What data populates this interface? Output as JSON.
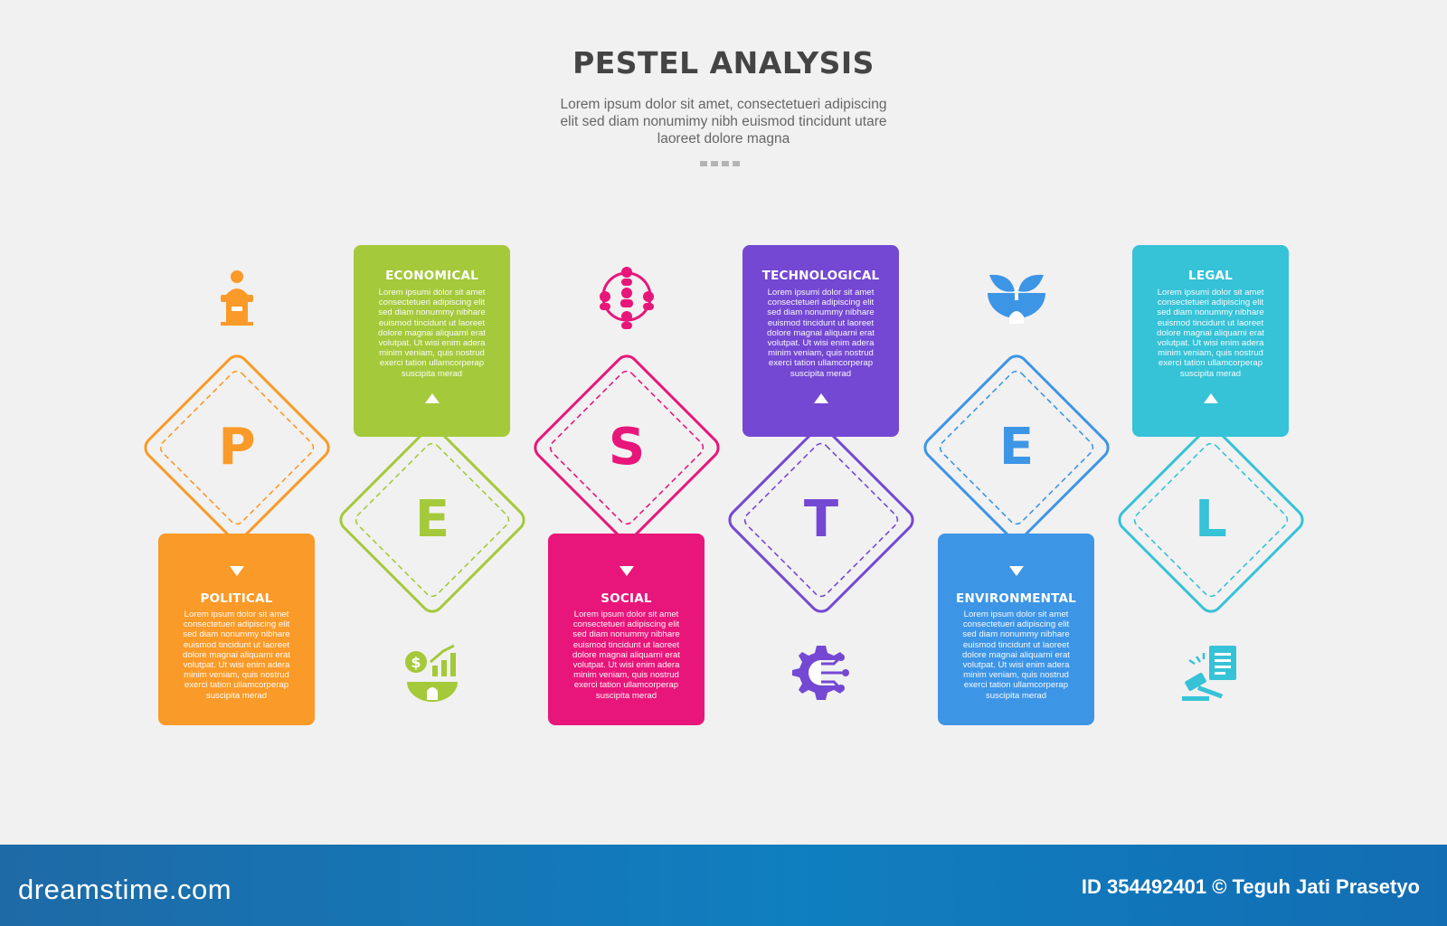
{
  "header": {
    "title": "PESTEL ANALYSIS",
    "subtitle_lines": [
      "Lorem ipsum dolor sit amet, consectetueri adipiscing",
      "elit sed diam nonumimy nibh euismod tincidunt utare",
      "laoreet dolore magna"
    ]
  },
  "items": [
    {
      "letter": "P",
      "title": "POLITICAL",
      "color": "#fa9a28",
      "icon": "podium-speaker-icon",
      "body": [
        "Lorem ipsum dolor sit amet",
        "consectetueri adipiscing elit",
        "sed diam nonummy nibhare",
        "euismod tincidunt ut laoreet",
        "dolore magnai aliquarni erat",
        "volutpat. Ut wisi enim adera",
        "minim veniam, quis nostrud",
        "exerci tation ullamcorperap",
        "suscipita merad"
      ]
    },
    {
      "letter": "E",
      "title": "ECONOMICAL",
      "color": "#a4c93a",
      "icon": "money-growth-chart-icon",
      "body": [
        "Lorem ipsumi dolor sit amet",
        "consectetueri adipiscing elit",
        "sed diam nonummy nibhare",
        "euismod tincidunt ut laoreet",
        "dolore magnai aliquarni erat",
        "volutpat. Ut wisi enim adera",
        "minim veniam, quis nostrud",
        "exerci tation ullamcorperap",
        "suscipita merad"
      ]
    },
    {
      "letter": "S",
      "title": "SOCIAL",
      "color": "#e8167a",
      "icon": "social-network-people-icon",
      "body": [
        "Lorem ipsum dolor sit amet",
        "consectetueri adipiscing elit",
        "sed diam nonummy nibhare",
        "euismod tincidunt ut laoreet",
        "dolore magnai aliquarni erat",
        "volutpat. Ut wisi enim adera",
        "minim veniam, quis nostrud",
        "exerci tation ullamcorperap",
        "suscipita merad"
      ]
    },
    {
      "letter": "T",
      "title": "TECHNOLOGICAL",
      "color": "#7448d3",
      "icon": "gear-circuit-icon",
      "body": [
        "Lorem ipsumi dolor sit amet",
        "consectetueri adipiscing elit",
        "sed diam nonummy nibhare",
        "euismod tincidunt ut laoreet",
        "dolore magnai aliquarni erat",
        "volutpat. Ut wisi enim adera",
        "minim veniam, quis nostrud",
        "exerci tation ullamcorperap",
        "suscipita merad"
      ]
    },
    {
      "letter": "E",
      "title": "ENVIRONMENTAL",
      "color": "#3d95e6",
      "icon": "plant-earth-icon",
      "body": [
        "Lorem ipsum dolor sit amet",
        "consectetueri adipiscing elit",
        "sed diam nonummy nibhare",
        "euismod tincidunt ut laoreet",
        "dolore magnai aliquarni erat",
        "volutpat. Ut wisi enim adera",
        "minim veniam, quis nostrud",
        "exerci tation ullamcorperap",
        "suscipita merad"
      ]
    },
    {
      "letter": "L",
      "title": "LEGAL",
      "color": "#36c2d7",
      "icon": "gavel-document-icon",
      "body": [
        "Lorem ipsumi dolor sit amet",
        "consectetueri adipiscing elit",
        "sed diam nonummy nibhare",
        "euismod tincidunt ut laoreet",
        "dolore magnai aliquarni erat",
        "volutpat. Ut wisi enim adera",
        "minim veniam, quis nostrud",
        "exerci tation ullamcorperap",
        "suscipita merad"
      ]
    }
  ],
  "footer": {
    "site": "dreamstime.com",
    "credit": "ID 354492401 © Teguh Jati Prasetyo"
  }
}
